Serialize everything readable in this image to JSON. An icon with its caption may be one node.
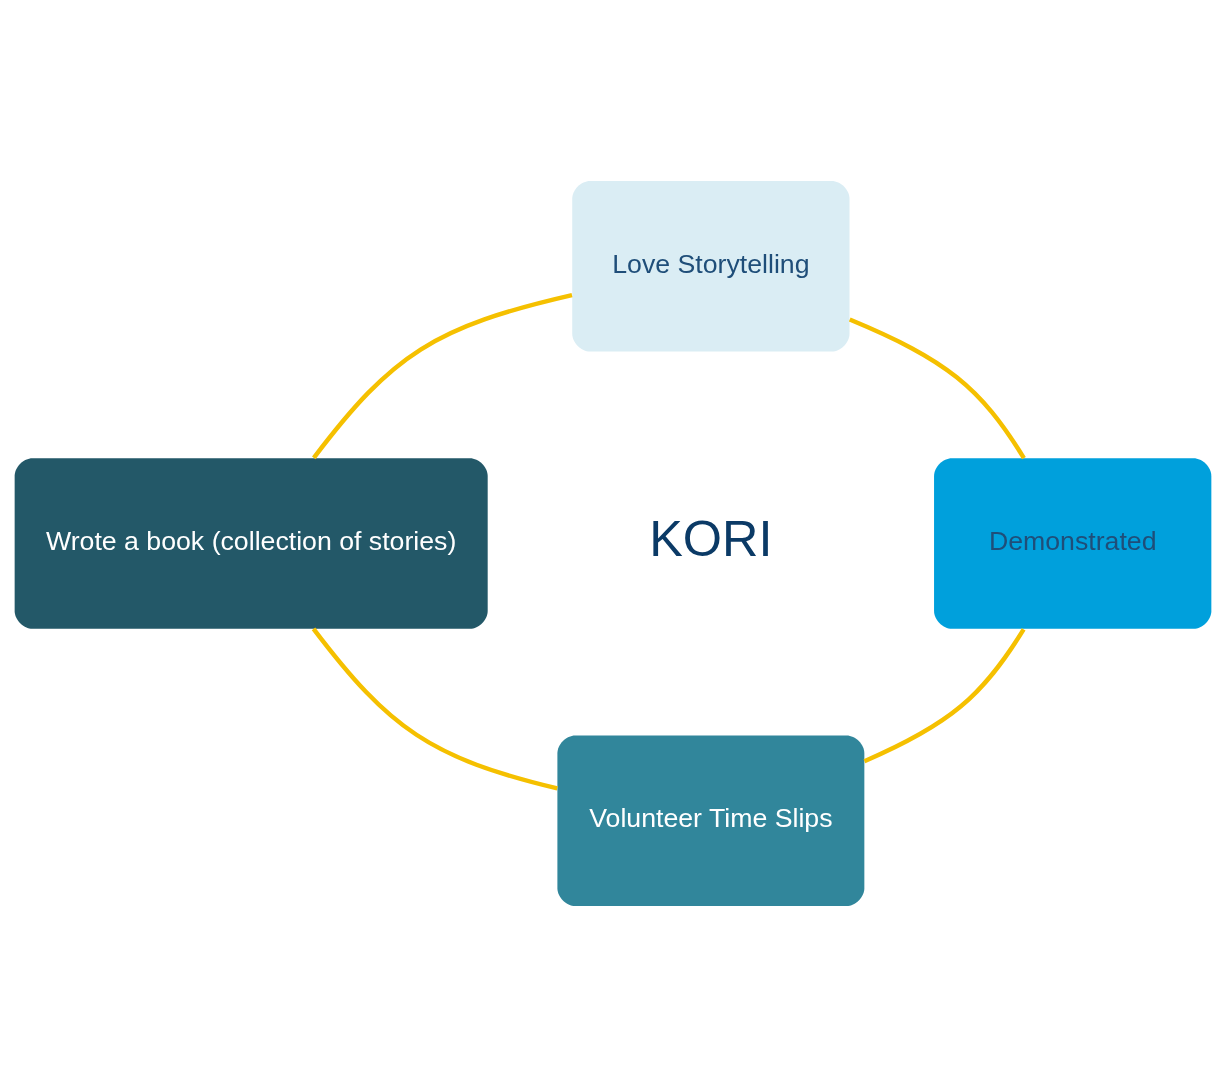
{
  "diagram": {
    "nodes": [
      {
        "text": [
          "Love Storytelling"
        ]
      },
      {
        "text": [
          "Demonstrated"
        ]
      },
      {
        "text": [
          "Volunteer Time Slips"
        ]
      },
      {
        "text": [
          "Wrote a book (collection of stories)"
        ]
      }
    ],
    "edges": [
      {
        "from": 0,
        "to": 3,
        "arrow": "none"
      },
      {
        "from": 0,
        "to": 1,
        "arrow": "none"
      },
      {
        "from": 3,
        "to": 2,
        "arrow": "none"
      },
      {
        "from": 1,
        "to": 2,
        "arrow": "none"
      }
    ],
    "labels": [
      "KORI"
    ]
  }
}
